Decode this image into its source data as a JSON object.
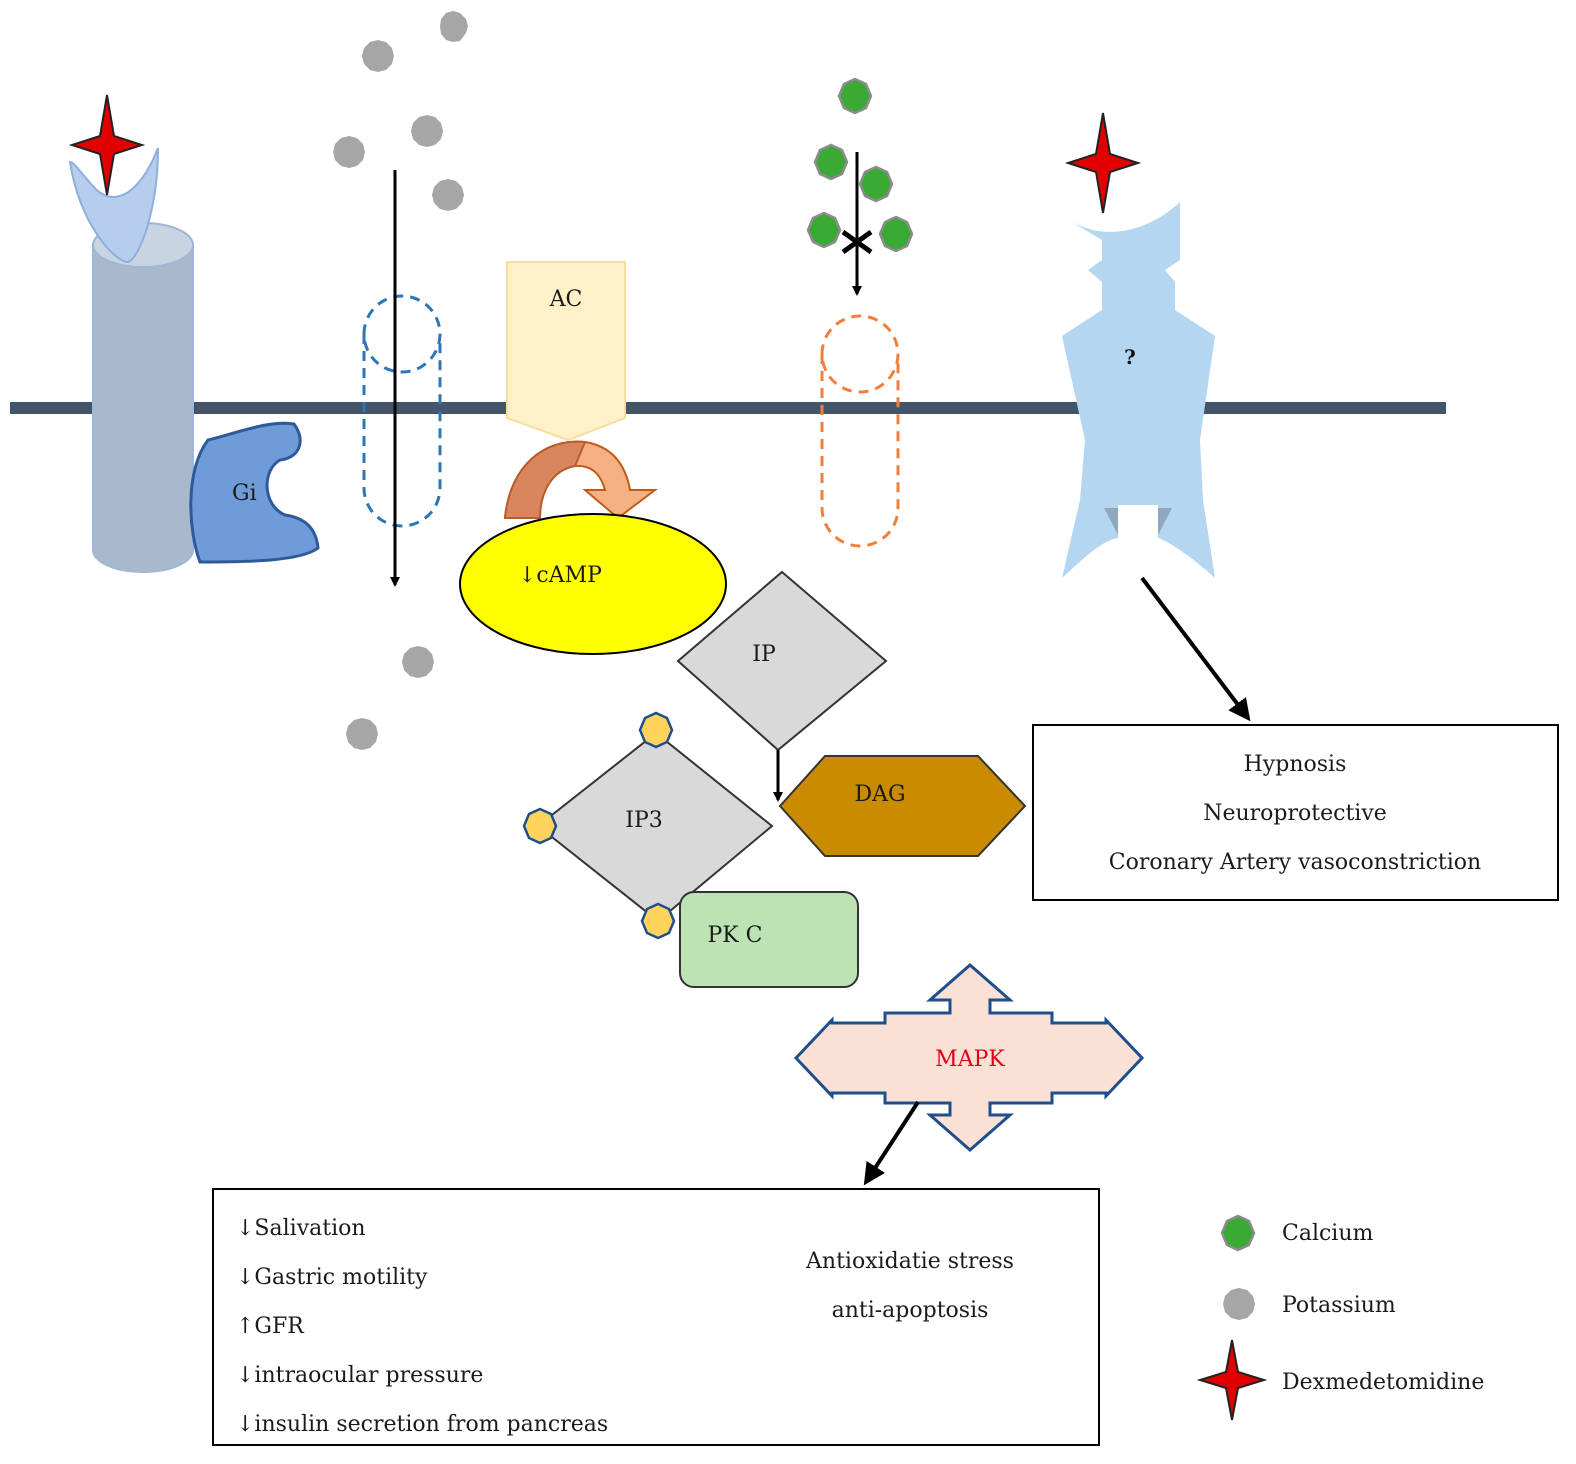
{
  "labels": {
    "gi": "Gi",
    "ac": "AC",
    "camp": "↓cAMP",
    "ip": "IP",
    "ip3": "IP3",
    "dag": "DAG",
    "pkc": "PK C",
    "mapk": "MAPK",
    "unknown_receptor": "?"
  },
  "effects_right": [
    "Hypnosis",
    "Neuroprotective",
    "Coronary Artery vasoconstriction"
  ],
  "effects_bottom_left": [
    "↓Salivation",
    "↓Gastric motility",
    "↑GFR",
    "↓intraocular pressure",
    "↓insulin secretion from pancreas"
  ],
  "effects_bottom_right": [
    "Antioxidatie stress",
    "anti-apoptosis"
  ],
  "legend": [
    {
      "label": "Calcium",
      "symbol": "calcium-icon"
    },
    {
      "label": "Potassium",
      "symbol": "potassium-icon"
    },
    {
      "label": "Dexmedetomidine",
      "symbol": "dexmedetomidine-icon"
    }
  ],
  "colors": {
    "membrane": "#44546a",
    "calcium": "#3aaa35",
    "potassium": "#a6a6a6",
    "dexmedetomidine": "#e00000",
    "receptor": "#b4d6f0",
    "gi": "#6f9bd8",
    "ac": "#fff0c8",
    "camp": "#ffff00",
    "ip_diamond": "#d9d9d9",
    "dag": "#c98b00",
    "pkc": "#bde3b5",
    "mapk_fill": "#fbe0d5",
    "mapk_stroke": "#1f4e8c",
    "mapk_text": "#e0001a",
    "phosphate": "#ffd35c"
  }
}
